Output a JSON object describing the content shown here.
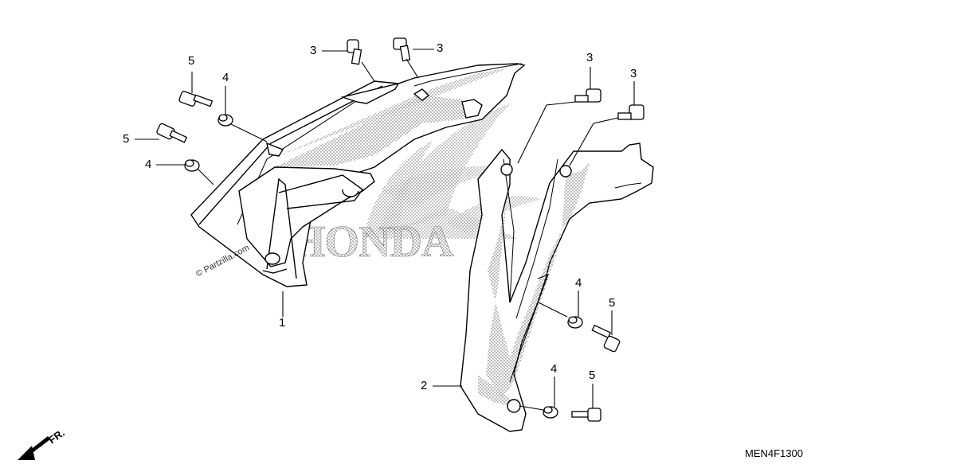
{
  "diagram": {
    "code": "MEN4F1300",
    "watermark": "© Partzilla.com",
    "direction_label": "FR.",
    "logo_text": "HONDA",
    "callouts": [
      {
        "id": "c1",
        "number": "1"
      },
      {
        "id": "c2",
        "number": "2"
      },
      {
        "id": "c3a",
        "number": "3"
      },
      {
        "id": "c3b",
        "number": "3"
      },
      {
        "id": "c3c",
        "number": "3"
      },
      {
        "id": "c3d",
        "number": "3"
      },
      {
        "id": "c4a",
        "number": "4"
      },
      {
        "id": "c4b",
        "number": "4"
      },
      {
        "id": "c4c",
        "number": "4"
      },
      {
        "id": "c4d",
        "number": "4"
      },
      {
        "id": "c5a",
        "number": "5"
      },
      {
        "id": "c5b",
        "number": "5"
      },
      {
        "id": "c5c",
        "number": "5"
      },
      {
        "id": "c5d",
        "number": "5"
      }
    ]
  }
}
